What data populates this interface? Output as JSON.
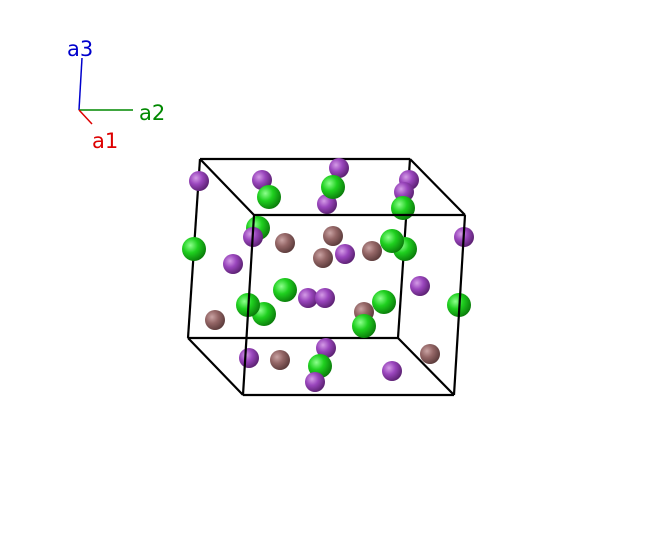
{
  "axes": {
    "a1": {
      "label": "a1",
      "color": "#dd0000"
    },
    "a2": {
      "label": "a2",
      "color": "#008800"
    },
    "a3": {
      "label": "a3",
      "color": "#0000cc"
    }
  },
  "colors": {
    "cell_edge": "#000000",
    "green_atom": "#22cc22",
    "purple_atom": "#9944bb",
    "brown_atom": "#946666"
  }
}
